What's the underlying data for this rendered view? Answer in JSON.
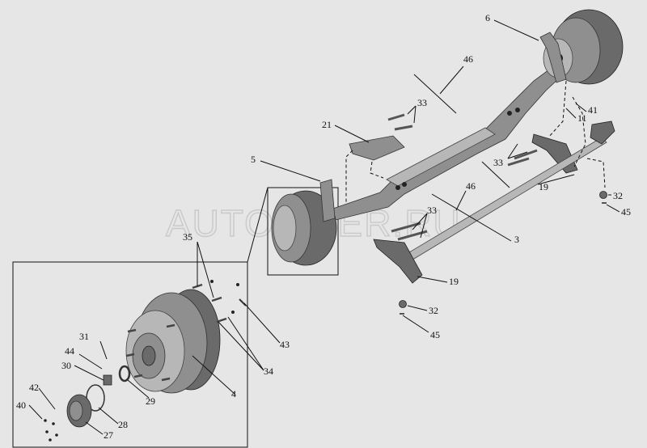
{
  "watermark": "AUTOPITER.RU",
  "callouts": {
    "c3": "3",
    "c4": "4",
    "c5": "5",
    "c6": "6",
    "c11": "11",
    "c19a": "19",
    "c19b": "19",
    "c21": "21",
    "c27": "27",
    "c28": "28",
    "c29": "29",
    "c30": "30",
    "c31": "31",
    "c32a": "32",
    "c32b": "32",
    "c33a": "33",
    "c33b": "33",
    "c33c": "33",
    "c34": "34",
    "c35": "35",
    "c40": "40",
    "c41": "41",
    "c42": "42",
    "c43": "43",
    "c44": "44",
    "c45a": "45",
    "c45b": "45",
    "c46a": "46",
    "c46b": "46"
  }
}
